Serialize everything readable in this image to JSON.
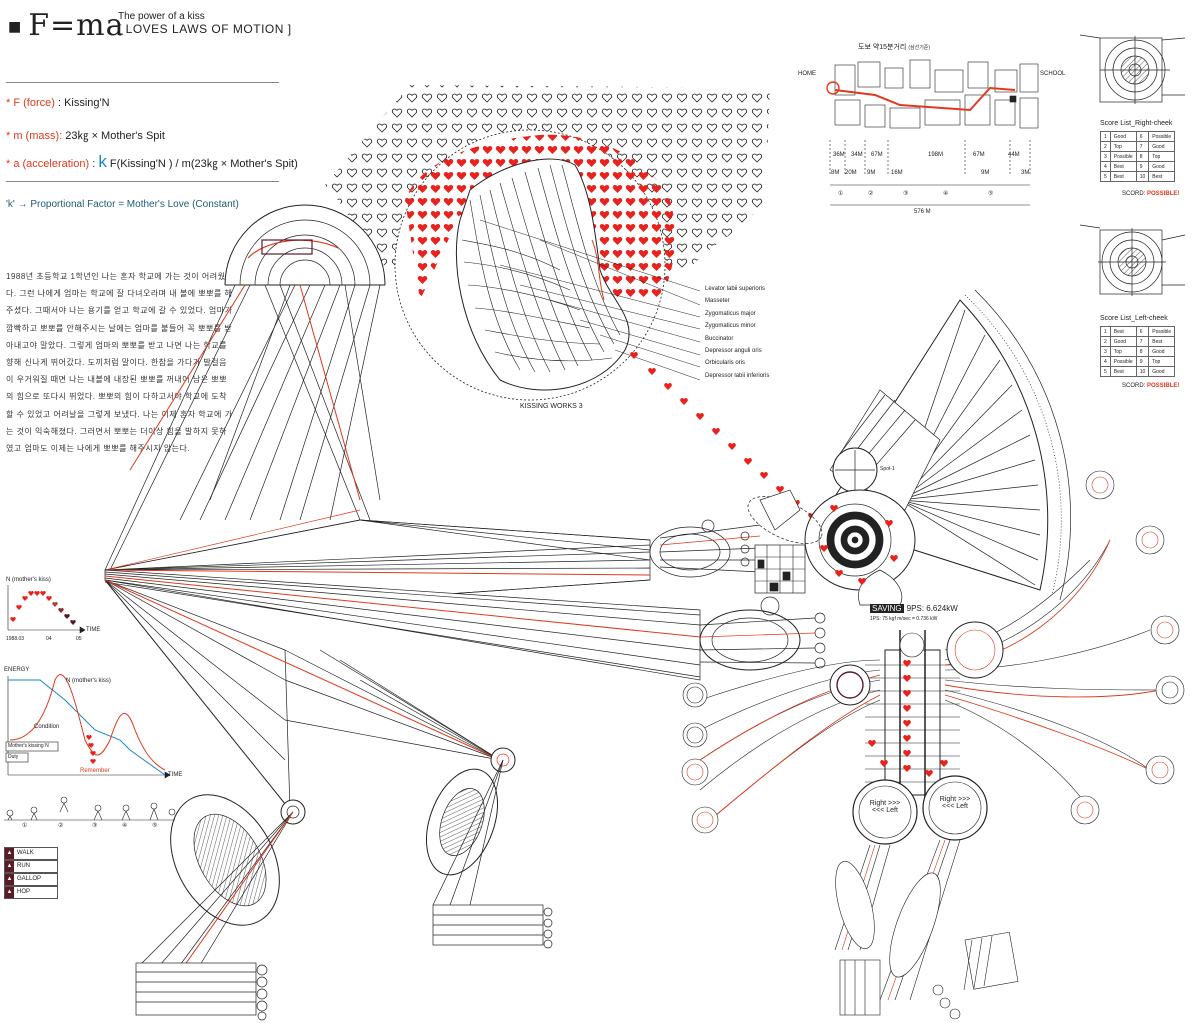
{
  "header": {
    "title": "F=ma",
    "subtitle_line1": "The power of a kiss",
    "subtitle_line2": "[ LOVES LAWS OF MOTION ]"
  },
  "formulas": {
    "force_label": "* F (force)",
    "force_value": " : Kissing'N",
    "mass_label": "* m (mass):",
    "mass_value": " 23㎏ × Mother's Spit",
    "accel_label": "* a (acceleration)",
    "accel_sep": " : ",
    "accel_k": "k",
    "accel_value": " F(Kissing'N ) / m(23㎏ × Mother's Spit)",
    "k_line": "'k' → Proportional Factor = Mother's Love (Constant)"
  },
  "story": "1988년 초등학교 1학년인 나는 혼자 학교에 가는 것이 어려웠다. 그런 나에게 엄마는 학교에 잘 다녀오라며 내 볼에 뽀뽀를 해주셨다. 그때서야 나는 용기를 얻고 학교에 갈 수 있었다. 엄마가 깜빡하고 뽀뽀를 안해주시는 날에는 엄마를 붙들어 꼭 뽀뽀를 받아내고야 말았다. 그렇게 엄마의 뽀뽀를 받고 나면 나는 학교를 향해 신나게 뛰어갔다. 도끼처럼 말이다. 한참을 가다가 발걸음이 우거워질 때면 나는 내볼에 내장된 뽀뽀를 꺼내어 남은 뽀뽀의 힘으로 또다시 뛰었다. 뽀뽀의 힘이 다하고서야 학교에 도착할 수 있었고 어려날을 그렇게 보냈다. 나는 이제 혼자 학교에 가는 것이 익숙해졌다. 그러면서 뽀뽀는 더이상 힘을 발하지 못하였고 엄마도 이제는 나에게 뽀뽀를 해주시지 않는다.",
  "kiss_chart": {
    "ylabel": "N (mother's kiss)",
    "xlabel": "TIME",
    "ticks": [
      "1988.03",
      "04",
      "05"
    ]
  },
  "energy_chart": {
    "ylabel": "ENERGY",
    "series1": "N (mother's kiss)",
    "series2": "Condition",
    "legend1": "Mother's kissing N",
    "legend2": "Duty",
    "annotation": "Remember",
    "xlabel": "TIME"
  },
  "gait_steps": [
    "①",
    "②",
    "③",
    "④",
    "⑤"
  ],
  "gait_legend": [
    {
      "label": "WALK"
    },
    {
      "label": "RUN"
    },
    {
      "label": "GALLOP"
    },
    {
      "label": "HOP"
    }
  ],
  "face": {
    "caption": "KISSING WORKS",
    "caption_num": "3",
    "muscles": [
      "Levator labii superioris",
      "Masseter",
      "Zygomaticus major",
      "Zygomaticus minor",
      "Buccinator",
      "Depressor anguli oris",
      "Orbicularis oris",
      "Depressor labii inferioris"
    ]
  },
  "map": {
    "title": "도보 약15분거리",
    "title_note": "(삼선기준)",
    "home": "HOME",
    "school": "SCHOOL",
    "top_dims": [
      "36M",
      "34M",
      "67M",
      "198M",
      "67M",
      "44M"
    ],
    "low_dims": [
      "8M",
      "20M",
      "9M",
      "16M",
      "9M",
      "3M"
    ],
    "sections": [
      "①",
      "②",
      "③",
      "④",
      "⑤"
    ],
    "total": "576 M"
  },
  "score_right": {
    "title": "Score List_Right-cheek",
    "rows": [
      [
        "1",
        "Good",
        "6",
        "Possible"
      ],
      [
        "2",
        "Top",
        "7",
        "Good"
      ],
      [
        "3",
        "Possible",
        "8",
        "Top"
      ],
      [
        "4",
        "Best",
        "9",
        "Good"
      ],
      [
        "5",
        "Best",
        "10",
        "Best"
      ]
    ],
    "scord_label": "SCORD:",
    "scord_value": "POSSIBLE!"
  },
  "score_left": {
    "title": "Score List_Left-cheek",
    "rows": [
      [
        "1",
        "Best",
        "6",
        "Possible"
      ],
      [
        "2",
        "Good",
        "7",
        "Best"
      ],
      [
        "3",
        "Top",
        "8",
        "Good"
      ],
      [
        "4",
        "Possible",
        "9",
        "Top"
      ],
      [
        "5",
        "Best",
        "10",
        "Good"
      ]
    ],
    "scord_label": "SCORD:",
    "scord_value": "POSSIBLE!"
  },
  "saving": {
    "tag": "SAVING",
    "value": "9PS: 6.624kW",
    "sub": "1PS: 75 kgf m/sec = 0.736 kW"
  },
  "spot_label": "Spot-1",
  "pads": [
    {
      "line1": "Right >>>",
      "line2": "<<< Left"
    },
    {
      "line1": "Right >>>",
      "line2": "<<< Left"
    }
  ],
  "colors": {
    "accent_red": "#e0391c",
    "heart_red": "#e8231e",
    "dark_ink": "#222222",
    "blue": "#1a87c5",
    "teal": "#1f5c73",
    "maroon": "#5a1a28"
  }
}
